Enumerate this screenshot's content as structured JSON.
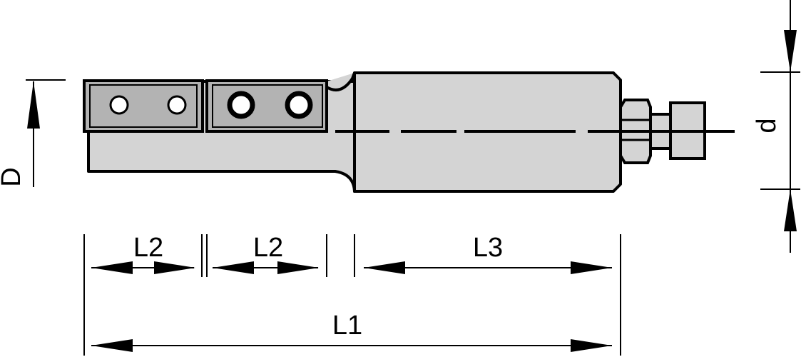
{
  "labels": {
    "D": "D",
    "d": "d",
    "L1": "L1",
    "L2_first": "L2",
    "L2_second": "L2",
    "L3": "L3"
  },
  "colors": {
    "body_fill": "#d4d4d4",
    "insert_fill": "#b3b3b3",
    "stroke": "#000000",
    "hole_fill": "#ffffff"
  }
}
